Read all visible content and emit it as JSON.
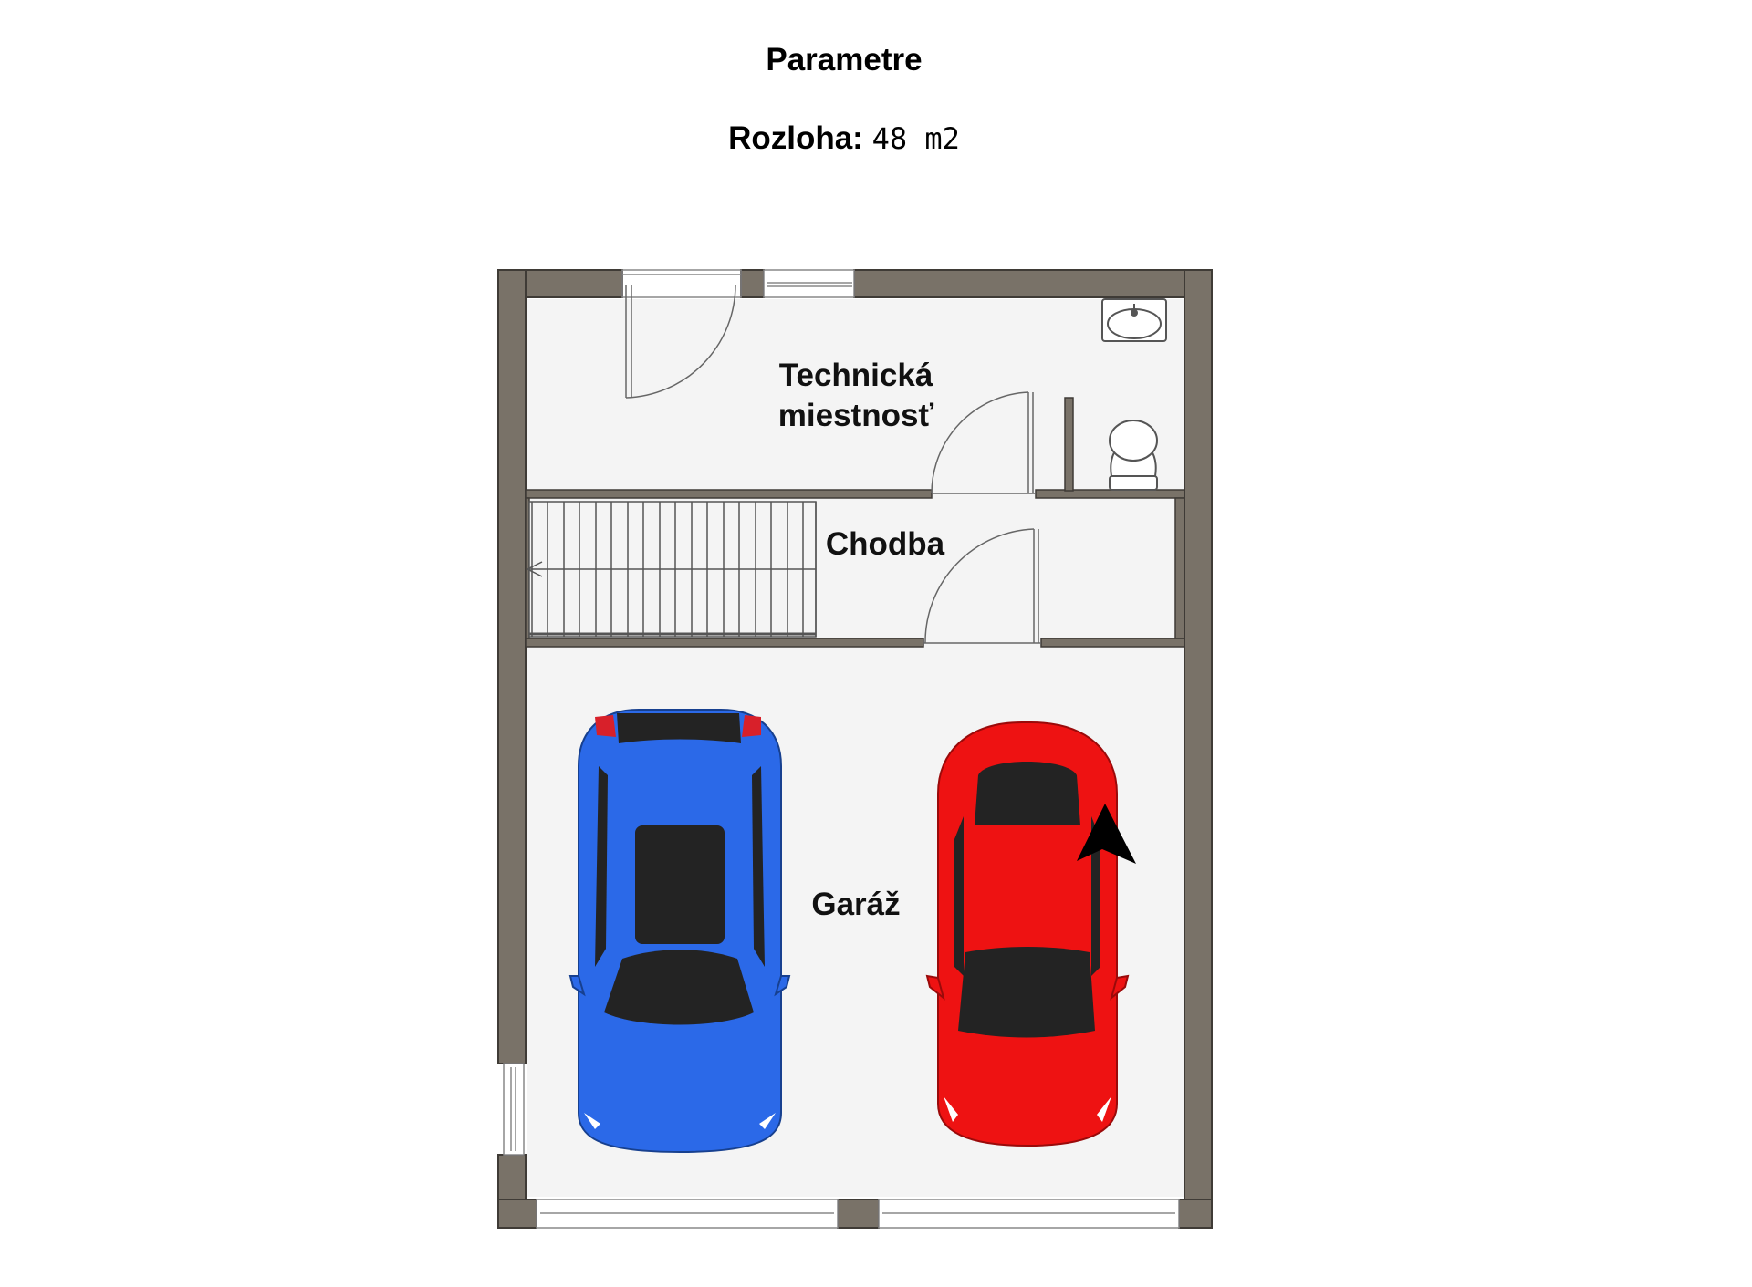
{
  "header": {
    "title": "Parametre",
    "area_label": "Rozloha:",
    "area_value": "48 m2"
  },
  "rooms": [
    {
      "id": "technical",
      "lines": [
        "Technická",
        "miestnosť"
      ]
    },
    {
      "id": "hallway",
      "lines": [
        "Chodba"
      ]
    },
    {
      "id": "garage",
      "lines": [
        "Garáž"
      ]
    }
  ],
  "cars": [
    {
      "id": "car-left",
      "color": "#2b69e8"
    },
    {
      "id": "car-right",
      "color": "#ee1212"
    }
  ],
  "colors": {
    "wall": "#797268",
    "floor": "#f4f4f4",
    "glass": "#ffffff",
    "line": "#555555",
    "window_car": "#232323"
  },
  "icons": [
    "compass-north-arrow-icon",
    "sink-icon",
    "toilet-icon",
    "stairs-arrow-icon"
  ]
}
